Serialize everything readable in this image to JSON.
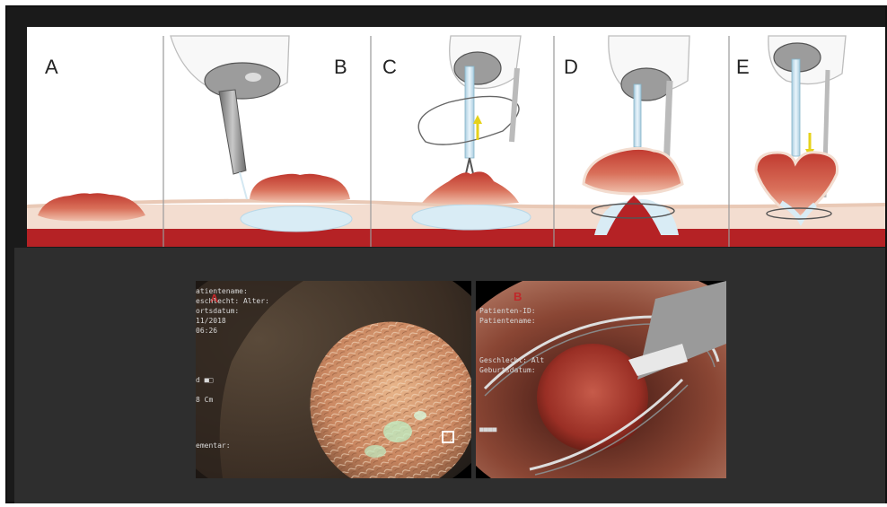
{
  "diagram": {
    "panels": [
      {
        "letter": "A"
      },
      {
        "letter": "B"
      },
      {
        "letter": "C"
      },
      {
        "letter": "D"
      },
      {
        "letter": "E"
      }
    ]
  },
  "photos": [
    {
      "letter": "A",
      "osd_lines": [
        "atientename:",
        "",
        "eschlecht: Alter:",
        "ortsdatum:",
        "11/2018",
        "06:26",
        "",
        "",
        "",
        "",
        "",
        "d ■□",
        "",
        "8 Cm",
        "",
        "",
        "",
        "",
        "ementar:"
      ]
    },
    {
      "letter": "B",
      "osd_lines": [
        "Patienten-ID:",
        "Patientename:",
        "",
        "",
        "",
        "Geschlecht: Alt",
        "Geburtsdatum:",
        "",
        "",
        "",
        "",
        "",
        "■■■■"
      ]
    }
  ],
  "colors": {
    "mucosa": "#f5e6da",
    "muscle": "#b52225",
    "lesion": "#c9473c",
    "fluid": "#d9ecf5",
    "divider": "#999999",
    "arrow": "#e6d21a"
  }
}
